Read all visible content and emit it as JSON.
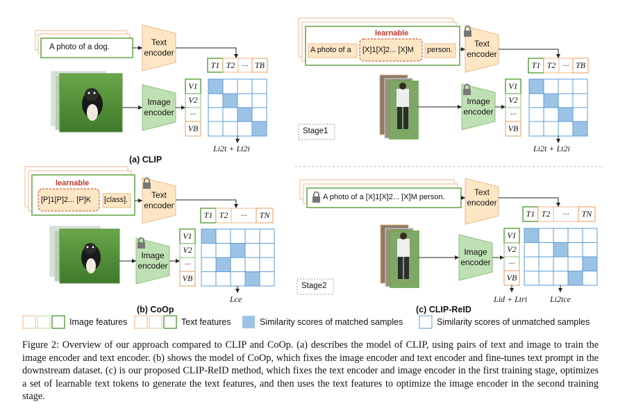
{
  "clip_panel": {
    "prompt": "A photo of a dog.",
    "text_encoder": "Text encoder",
    "image_encoder": "Image encoder",
    "text_tokens": [
      "T1",
      "T2",
      "···",
      "TB"
    ],
    "image_tokens": [
      "V1",
      "V2",
      "···",
      "VB"
    ],
    "loss": "Li2t + Lt2i",
    "title": "(a) CLIP"
  },
  "coop_panel": {
    "learnable_label": "learnable",
    "learnable_tokens": "[P]1[P]2... [P]K",
    "class_token": "[class].",
    "text_encoder": "Text encoder",
    "image_encoder": "Image encoder",
    "text_tokens": [
      "T1",
      "T2",
      "···",
      "TN"
    ],
    "image_tokens": [
      "V1",
      "V2",
      "···",
      "VB"
    ],
    "loss": "Lce",
    "title": "(b) CoOp"
  },
  "clipreid_stage1": {
    "learnable_label": "learnable",
    "prompt_prefix": "A photo of a",
    "learnable_tokens": "[X]1[X]2... [X]M",
    "prompt_suffix": "person.",
    "text_encoder": "Text encoder",
    "image_encoder": "Image encoder",
    "text_tokens": [
      "T1",
      "T2",
      "···",
      "TB"
    ],
    "image_tokens": [
      "V1",
      "V2",
      "···",
      "VB"
    ],
    "loss": "Li2t + Lt2i",
    "stage": "Stage1"
  },
  "clipreid_stage2": {
    "prompt": "A photo of a [X]1[X]2... [X]M person.",
    "text_encoder": "Text encoder",
    "image_encoder": "Image encoder",
    "text_tokens": [
      "T1",
      "T2",
      "···",
      "TN"
    ],
    "image_tokens": [
      "V1",
      "V2",
      "···",
      "VB"
    ],
    "loss_left": "Lid + Ltri",
    "loss_right": "Li2tce",
    "stage": "Stage2",
    "title": "(c) CLIP-ReID"
  },
  "legend": {
    "image_features": "Image features",
    "text_features": "Text features",
    "matched": "Similarity scores of matched samples",
    "unmatched": "Similarity scores of unmatched samples"
  },
  "caption": "Figure 2: Overview of our approach compared to CLIP and CoOp. (a) describes the model of CLIP, using pairs of text and image to train the image encoder and text encoder. (b) shows the model of CoOp, which fixes the image encoder and text encoder and fine-tunes text prompt in the downstream dataset. (c) is our proposed CLIP-ReID method, which fixes the text encoder and image encoder in the first training stage, optimizes a set of learnable text tokens to generate the text features, and then uses the text features to optimize the image encoder in the second training stage.",
  "colors": {
    "encoder_text_fill": "#fde6c4",
    "encoder_text_stroke": "#e8b98a",
    "encoder_image_fill": "#bfe0b4",
    "encoder_image_stroke": "#8cc07c",
    "matched": "#9cc3e6",
    "grid_stroke": "#5b9bd5",
    "learnable_red": "#c0392b",
    "green_border": "#6aa84f",
    "orange_border": "#e69a5a"
  }
}
